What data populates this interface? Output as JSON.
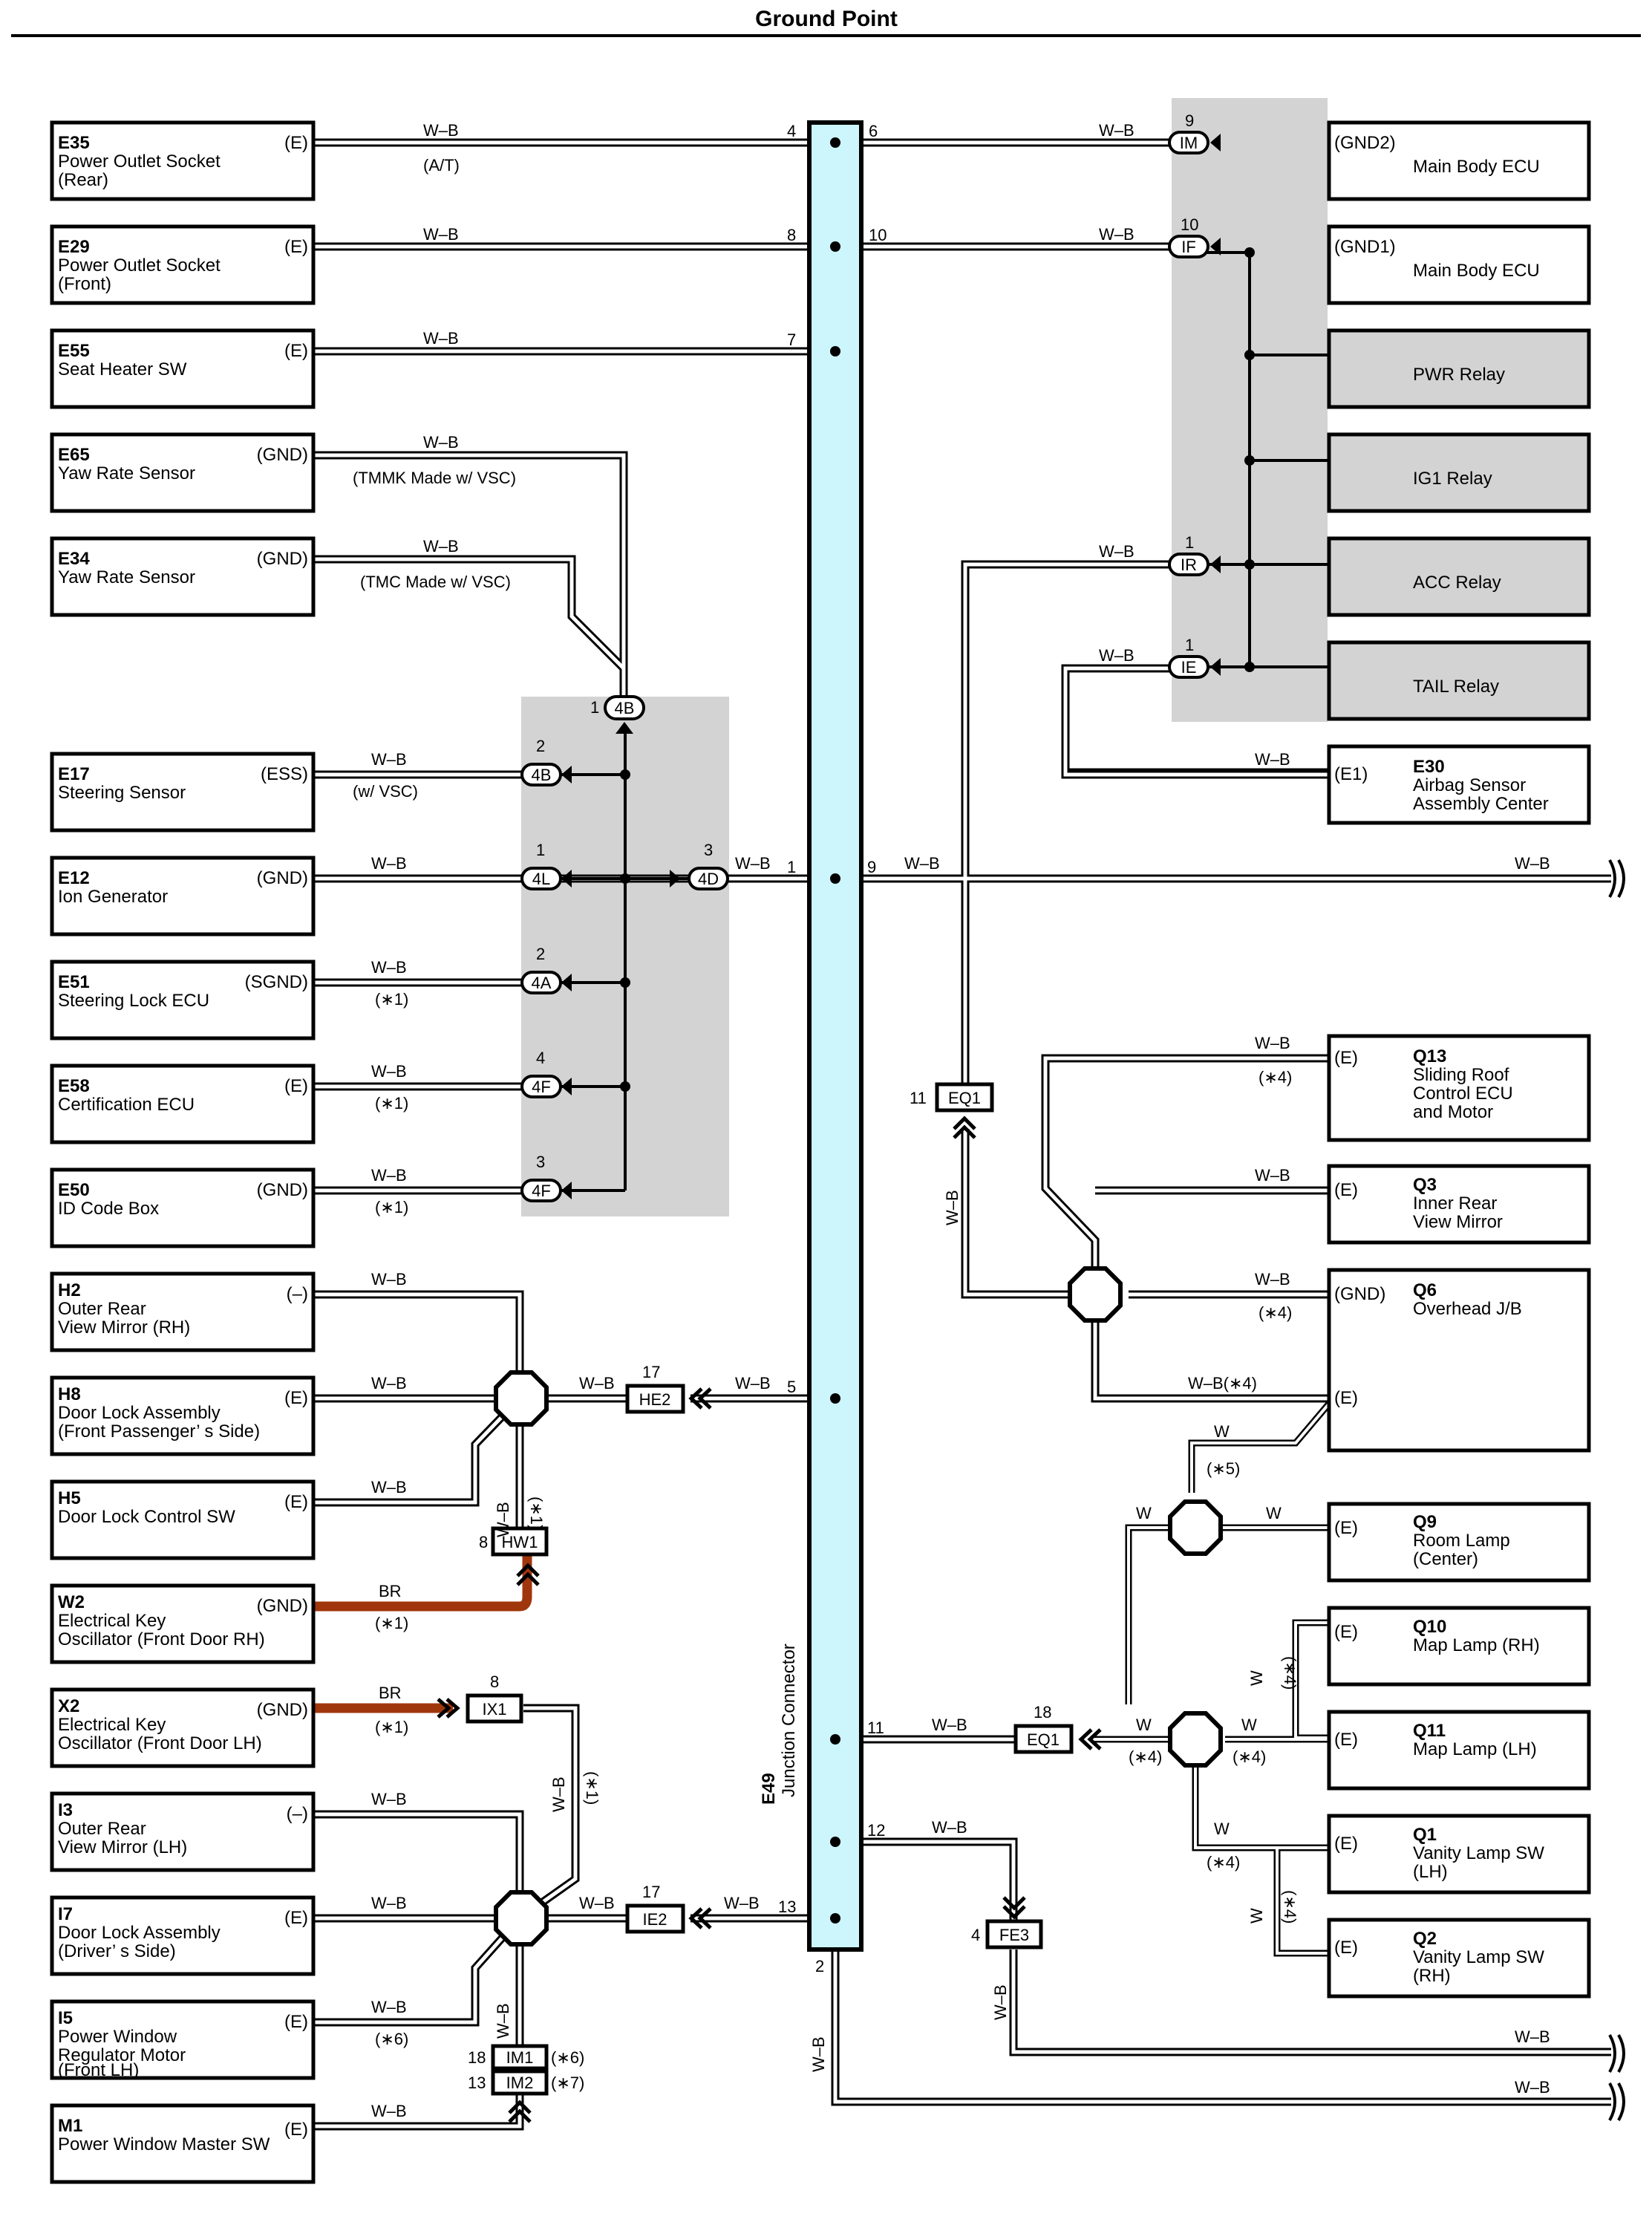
{
  "title": "Ground Point",
  "junction_connector": {
    "code": "E49",
    "name": "Junction Connector"
  },
  "components_left": [
    {
      "code": "E35",
      "lines": [
        "Power Outlet Socket",
        "(Rear)"
      ],
      "pin": "(E)"
    },
    {
      "code": "E29",
      "lines": [
        "Power Outlet Socket",
        "(Front)"
      ],
      "pin": "(E)"
    },
    {
      "code": "E55",
      "lines": [
        "Seat Heater SW"
      ],
      "pin": "(E)"
    },
    {
      "code": "E65",
      "lines": [
        "Yaw Rate Sensor"
      ],
      "pin": "(GND)"
    },
    {
      "code": "E34",
      "lines": [
        "Yaw Rate Sensor"
      ],
      "pin": "(GND)"
    },
    {
      "code": "E17",
      "lines": [
        "Steering Sensor"
      ],
      "pin": "(ESS)"
    },
    {
      "code": "E12",
      "lines": [
        "Ion Generator"
      ],
      "pin": "(GND)"
    },
    {
      "code": "E51",
      "lines": [
        "Steering Lock ECU"
      ],
      "pin": "(SGND)"
    },
    {
      "code": "E58",
      "lines": [
        "Certification ECU"
      ],
      "pin": "(E)"
    },
    {
      "code": "E50",
      "lines": [
        "ID Code Box"
      ],
      "pin": "(GND)"
    },
    {
      "code": "H2",
      "lines": [
        "Outer Rear",
        "View Mirror (RH)"
      ],
      "pin": "(–)"
    },
    {
      "code": "H8",
      "lines": [
        "Door Lock Assembly",
        "(Front Passenger’ s Side)"
      ],
      "pin": "(E)"
    },
    {
      "code": "H5",
      "lines": [
        "Door Lock Control SW"
      ],
      "pin": "(E)"
    },
    {
      "code": "W2",
      "lines": [
        "Electrical Key",
        "Oscillator (Front Door RH)"
      ],
      "pin": "(GND)"
    },
    {
      "code": "X2",
      "lines": [
        "Electrical Key",
        "Oscillator (Front Door LH)"
      ],
      "pin": "(GND)"
    },
    {
      "code": "I3",
      "lines": [
        "Outer Rear",
        "View Mirror (LH)"
      ],
      "pin": "(–)"
    },
    {
      "code": "I7",
      "lines": [
        "Door Lock Assembly",
        "(Driver’ s Side)"
      ],
      "pin": "(E)"
    },
    {
      "code": "I5",
      "lines": [
        "Power Window",
        "Regulator Motor",
        "(Front LH)"
      ],
      "pin": "(E)"
    },
    {
      "code": "M1",
      "lines": [
        "Power Window Master SW"
      ],
      "pin": "(E)"
    }
  ],
  "components_right": [
    {
      "code": "",
      "lines": [
        "Main Body ECU"
      ],
      "pin": "(GND2)"
    },
    {
      "code": "",
      "lines": [
        "Main Body ECU"
      ],
      "pin": "(GND1)"
    },
    {
      "code": "",
      "lines": [
        "PWR Relay"
      ],
      "pin": ""
    },
    {
      "code": "",
      "lines": [
        "IG1 Relay"
      ],
      "pin": ""
    },
    {
      "code": "",
      "lines": [
        "ACC Relay"
      ],
      "pin": ""
    },
    {
      "code": "",
      "lines": [
        "TAIL Relay"
      ],
      "pin": ""
    },
    {
      "code": "E30",
      "lines": [
        "Airbag Sensor",
        "Assembly Center"
      ],
      "pin": "(E1)"
    },
    {
      "code": "Q13",
      "lines": [
        "Sliding Roof",
        "Control ECU",
        "and Motor"
      ],
      "pin": "(E)"
    },
    {
      "code": "Q3",
      "lines": [
        "Inner Rear",
        "View Mirror"
      ],
      "pin": "(E)"
    },
    {
      "code": "Q6",
      "lines": [
        "Overhead J/B"
      ],
      "pin": "(GND)",
      "pin2": "(E)"
    },
    {
      "code": "Q9",
      "lines": [
        "Room Lamp",
        "(Center)"
      ],
      "pin": "(E)"
    },
    {
      "code": "Q10",
      "lines": [
        "Map Lamp (RH)"
      ],
      "pin": "(E)"
    },
    {
      "code": "Q11",
      "lines": [
        "Map Lamp (LH)"
      ],
      "pin": "(E)"
    },
    {
      "code": "Q1",
      "lines": [
        "Vanity Lamp SW",
        "(LH)"
      ],
      "pin": "(E)"
    },
    {
      "code": "Q2",
      "lines": [
        "Vanity Lamp SW",
        "(RH)"
      ],
      "pin": "(E)"
    }
  ],
  "wire": {
    "wb": "W–B",
    "br": "BR",
    "w": "W",
    "wb4": "W–B(∗4)"
  },
  "notes": {
    "at": "(A/T)",
    "tmmk": "(TMMK Made w/ VSC)",
    "tmc": "(TMC Made w/ VSC)",
    "vsc": "(w/ VSC)",
    "n1": "(∗1)",
    "n4": "(∗4)",
    "n5": "(∗5)",
    "n6": "(∗6)",
    "n7": "(∗7)"
  },
  "connectors": {
    "IM": "IM",
    "IF": "IF",
    "IR": "IR",
    "IE": "IE",
    "4B": "4B",
    "4L": "4L",
    "4A": "4A",
    "4F": "4F",
    "4D": "4D",
    "EQ1": "EQ1",
    "HE2": "HE2",
    "HW1": "HW1",
    "IX1": "IX1",
    "IE2": "IE2",
    "IM1": "IM1",
    "IM2": "IM2",
    "FE3": "FE3"
  },
  "pins": {
    "p1": "1",
    "p2": "2",
    "p3": "3",
    "p4": "4",
    "p5": "5",
    "p6": "6",
    "p7": "7",
    "p8": "8",
    "p9": "9",
    "p10": "10",
    "p11": "11",
    "p12": "12",
    "p13": "13",
    "p17": "17",
    "p18": "18"
  },
  "colors": {
    "wire_black": "#000000",
    "wire_brown": "#a0360b",
    "junction_fill": "#ccf6fb",
    "shade": "#d3d3d3"
  }
}
